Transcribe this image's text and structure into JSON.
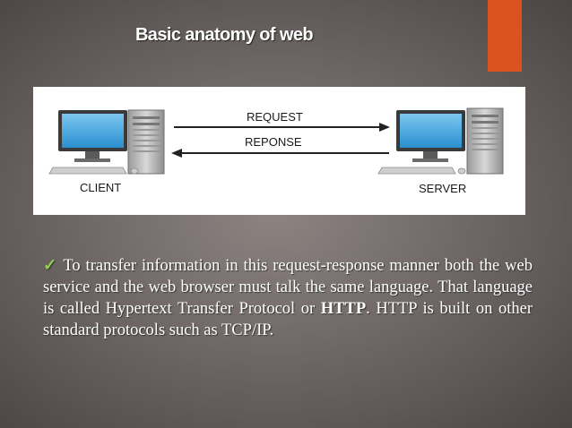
{
  "slide": {
    "title": "Basic anatomy of web",
    "accent_color": "#d9531e"
  },
  "diagram": {
    "client_label": "CLIENT",
    "server_label": "SERVER",
    "request_label": "REQUEST",
    "response_label": "REPONSE",
    "icons": [
      "computer-icon",
      "arrow-right-icon",
      "arrow-left-icon"
    ]
  },
  "body": {
    "check_icon": "✓",
    "segment_1": " To transfer information  in this request-response manner both the web service and the web browser must talk the same language. That language is called Hypertext Transfer Protocol or ",
    "bold_term": "HTTP",
    "segment_2": ". HTTP is built on other standard protocols such as TCP/IP."
  }
}
